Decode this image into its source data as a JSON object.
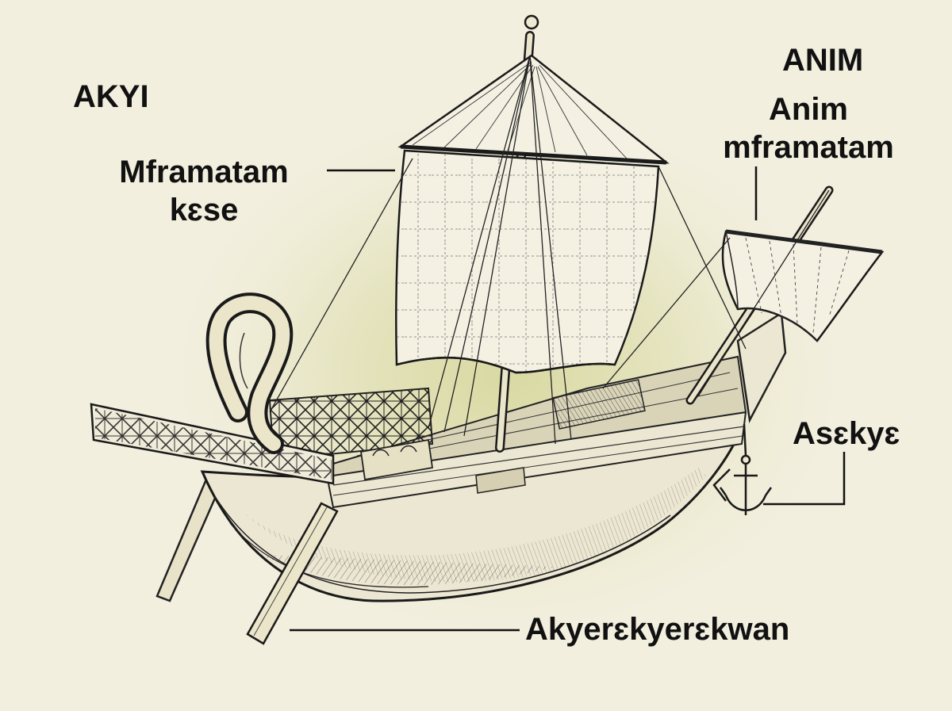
{
  "colors": {
    "background": "#f2efdf",
    "glow": "#d9d9a2",
    "ink": "#111111",
    "sail": "#f4f1e3",
    "hull": "#ece7d2"
  },
  "headings": {
    "left": "AKYI",
    "right": "ANIM"
  },
  "labels": {
    "main_sail": {
      "line1": "Mframatam",
      "line2": "kɛse"
    },
    "fore_sail": {
      "line1": "Anim",
      "line2": "mframatam"
    },
    "anchor": "Asɛkyɛ",
    "steering_oar": "Akyerɛkyerɛkwan"
  }
}
